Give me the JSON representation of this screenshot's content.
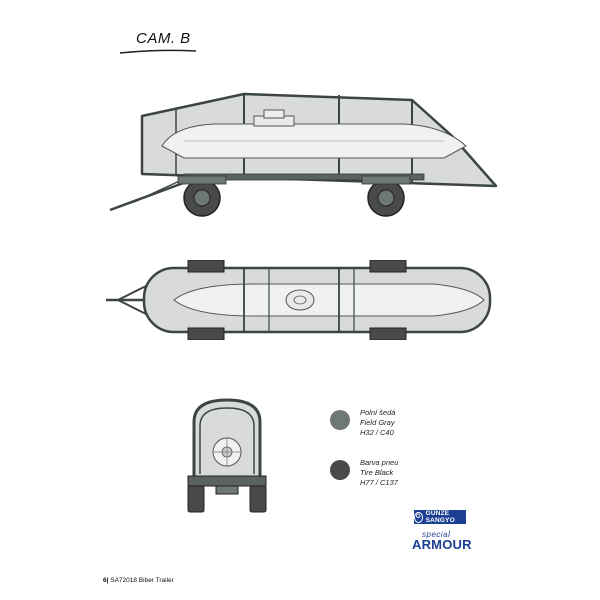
{
  "camouflage": {
    "title": "CAM. B"
  },
  "colors": {
    "field_gray": "#6e7876",
    "tire_black": "#4a4a4a",
    "hull_light": "#d7dad9",
    "frame": "#5a6360",
    "brand_blue": "#1c3f93"
  },
  "paints": [
    {
      "czech": "Polní šedá",
      "english": "Field Gray",
      "codes": "H32 / C40"
    },
    {
      "czech": "Barva pneu",
      "english": "Tire Black",
      "codes": "H77 / C137"
    }
  ],
  "logos": {
    "gunze": "GUNZE SANGYO",
    "special": "special",
    "armour": "ARMOUR"
  },
  "footer": {
    "page_number": "6|",
    "product": "SA72018 Biber Trailer"
  }
}
